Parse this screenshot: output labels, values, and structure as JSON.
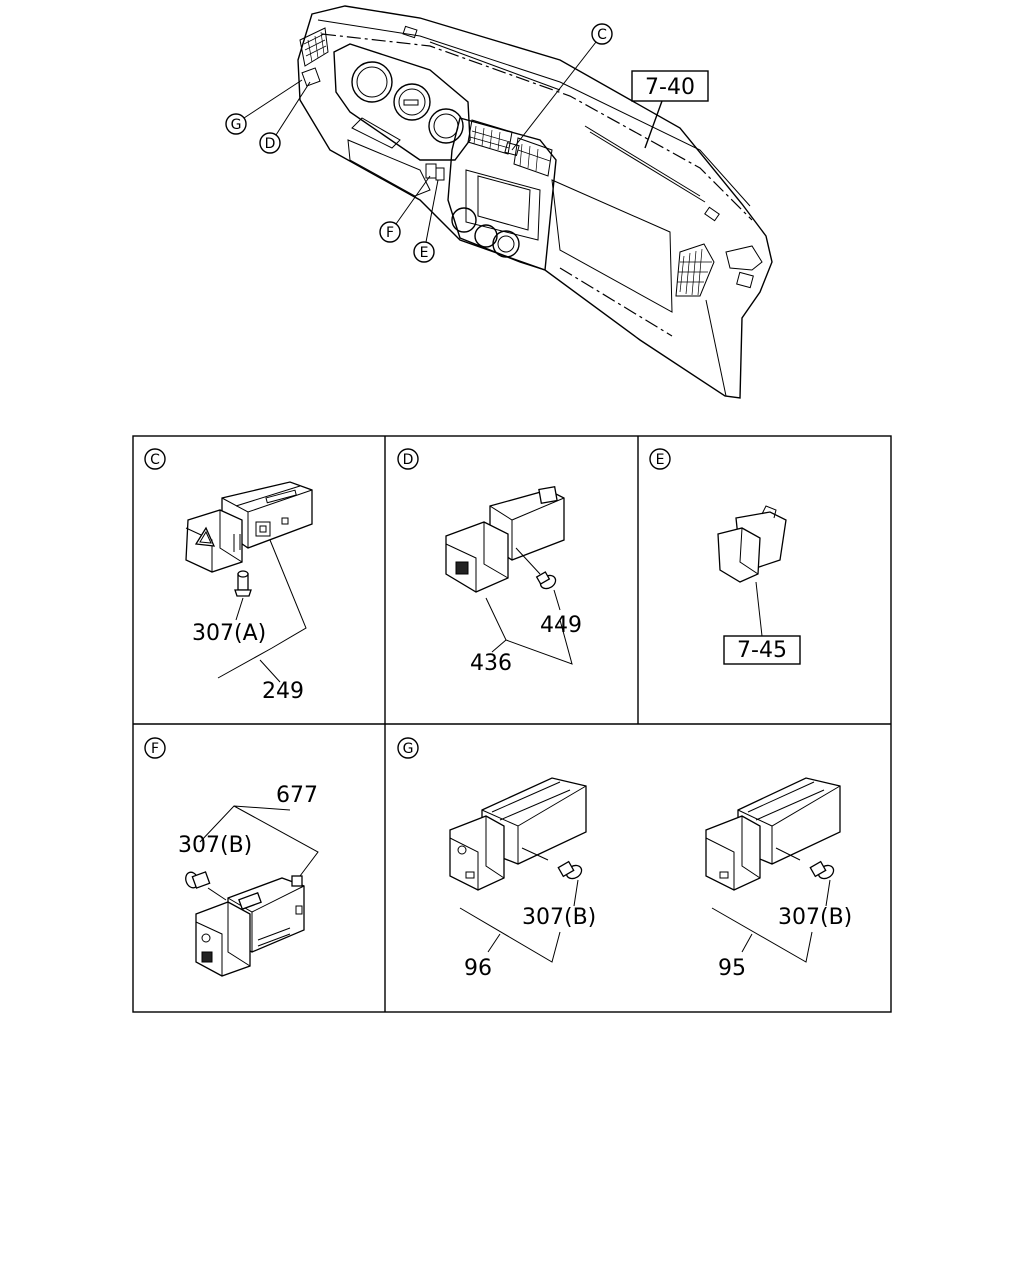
{
  "overview": {
    "ref_box": "7-40",
    "callouts": [
      "C",
      "D",
      "E",
      "F",
      "G"
    ]
  },
  "panels": {
    "c": {
      "letter": "C",
      "labels": [
        "307(A)",
        "249"
      ]
    },
    "d": {
      "letter": "D",
      "labels": [
        "449",
        "436"
      ]
    },
    "e": {
      "letter": "E",
      "ref_box": "7-45"
    },
    "f": {
      "letter": "F",
      "labels": [
        "677",
        "307(B)"
      ]
    },
    "g": {
      "letter": "G",
      "labels": [
        "307(B)",
        "96",
        "307(B)",
        "95"
      ]
    }
  },
  "colors": {
    "line": "#000000",
    "background": "#ffffff"
  }
}
